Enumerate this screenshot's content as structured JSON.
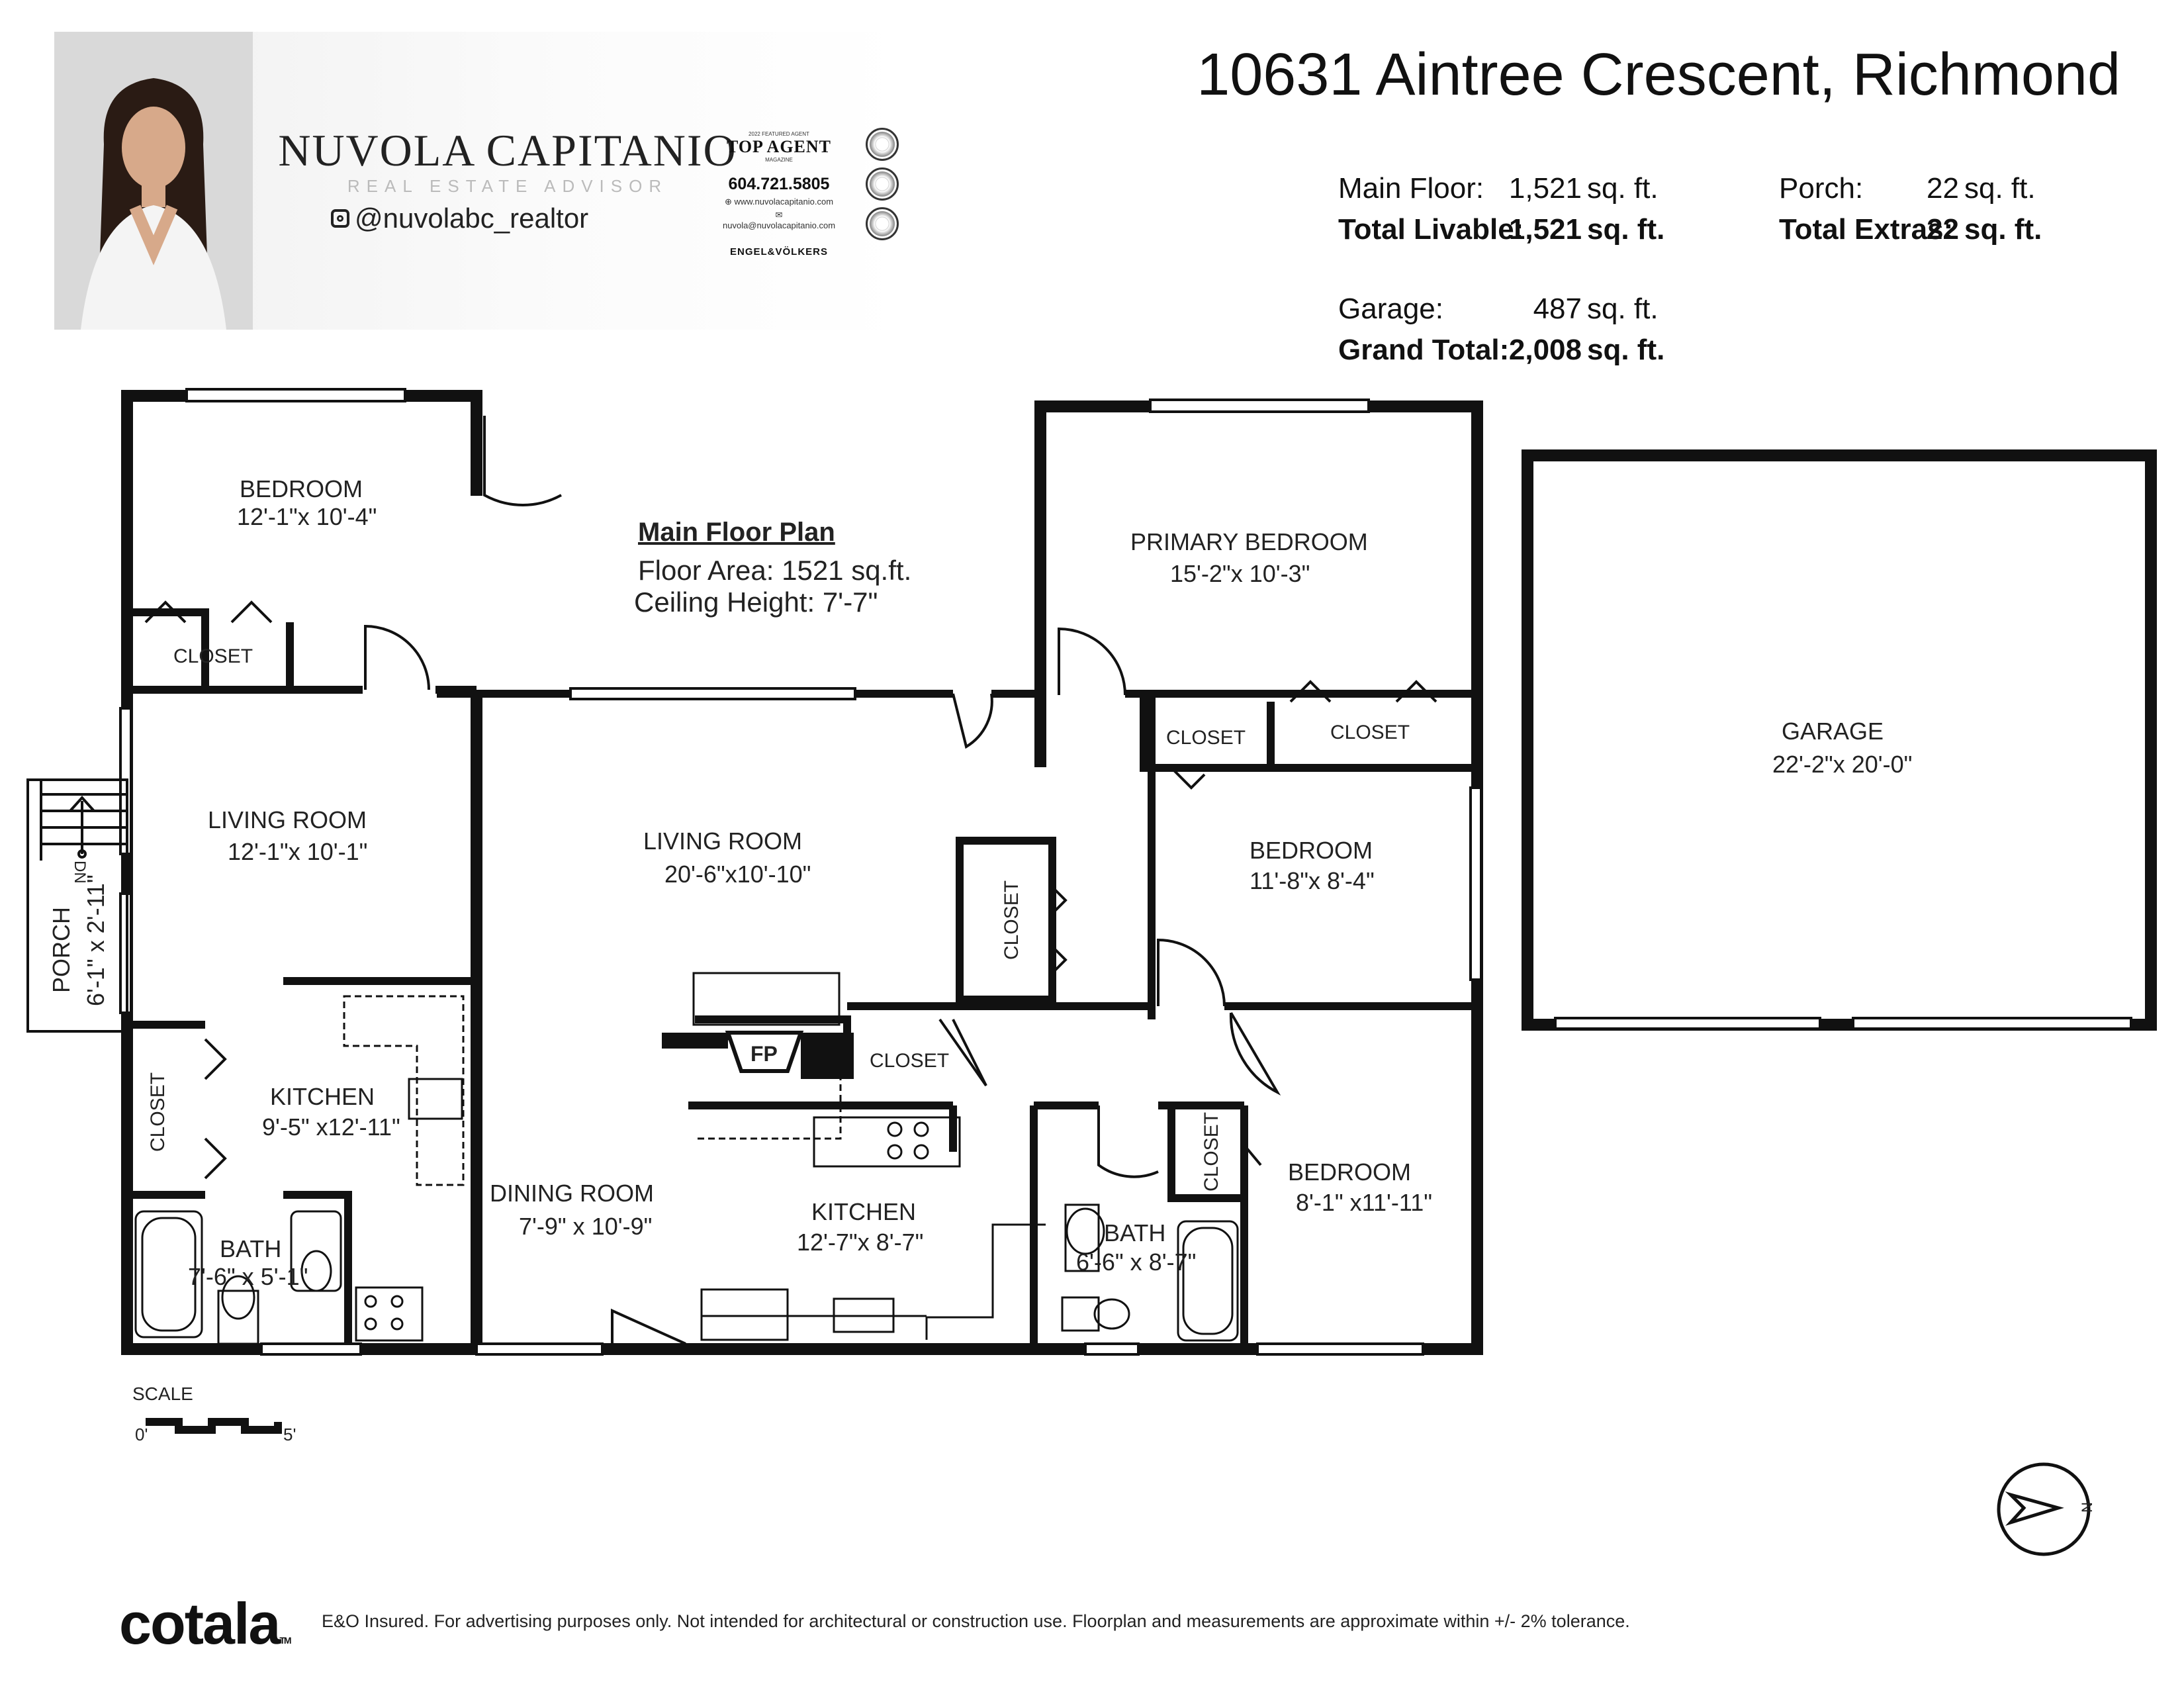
{
  "agent": {
    "name": "NUVOLA CAPITANIO",
    "title": "REAL ESTATE ADVISOR",
    "instagram": "@nuvolabc_realtor",
    "award_small": "2022 FEATURED AGENT",
    "award": "TOP AGENT",
    "award_sub": "MAGAZINE",
    "phone": "604.721.5805",
    "website": "www.nuvolacapitanio.com",
    "email": "nuvola@nuvolacapitanio.com",
    "brokerage": "ENGEL&VÖLKERS"
  },
  "address": "10631 Aintree Crescent, Richmond",
  "areas": {
    "main_floor": {
      "label": "Main Floor:",
      "value": "1,521",
      "unit": "sq. ft."
    },
    "total_livable": {
      "label": "Total Livable:",
      "value": "1,521",
      "unit": "sq. ft."
    },
    "porch": {
      "label": "Porch:",
      "value": "22",
      "unit": "sq. ft."
    },
    "total_extras": {
      "label": "Total Extras:",
      "value": "22",
      "unit": "sq. ft."
    },
    "garage": {
      "label": "Garage:",
      "value": "487",
      "unit": "sq. ft."
    },
    "grand_total": {
      "label": "Grand Total:",
      "value": "2,008",
      "unit": "sq. ft."
    }
  },
  "plan": {
    "title": "Main Floor Plan",
    "floor_area": "Floor Area: 1521 sq.ft.",
    "ceiling": "Ceiling Height: 7'-7\"",
    "rooms": {
      "bedroom_nw": {
        "name": "BEDROOM",
        "dims": "12'-1\"x 10'-4\""
      },
      "living_west": {
        "name": "LIVING ROOM",
        "dims": "12'-1\"x 10'-1\""
      },
      "kitchen_west": {
        "name": "KITCHEN",
        "dims": "9'-5\" x12'-11\""
      },
      "bath_west": {
        "name": "BATH",
        "dims": "7'-6\" x  5'-1\""
      },
      "living_center": {
        "name": "LIVING ROOM",
        "dims": "20'-6\"x10'-10\""
      },
      "dining": {
        "name": "DINING ROOM",
        "dims": "7'-9\" x 10'-9\""
      },
      "kitchen_center": {
        "name": "KITCHEN",
        "dims": "12'-7\"x  8'-7\""
      },
      "primary": {
        "name": "PRIMARY BEDROOM",
        "dims": "15'-2\"x 10'-3\""
      },
      "bedroom_e": {
        "name": "BEDROOM",
        "dims": "11'-8\"x  8'-4\""
      },
      "bedroom_se": {
        "name": "BEDROOM",
        "dims": "8'-1\" x11'-11\""
      },
      "bath_east": {
        "name": "BATH",
        "dims": "6'-6\" x  8'-7\""
      },
      "garage": {
        "name": "GARAGE",
        "dims": "22'-2\"x 20'-0\""
      },
      "porch": {
        "name": "PORCH",
        "dims": "6'-1\" x 2'-11\""
      }
    },
    "closet": "CLOSET",
    "fireplace": "FP",
    "stair_label": "DN",
    "scale_label": "SCALE",
    "scale_start": "0'",
    "scale_end": "5'",
    "north": "N"
  },
  "footer": {
    "logo": "cotala",
    "tm": "TM",
    "disclaimer": "E&O Insured. For advertising purposes only. Not intended for architectural or construction use. Floorplan and measurements are approximate within +/- 2% tolerance."
  }
}
